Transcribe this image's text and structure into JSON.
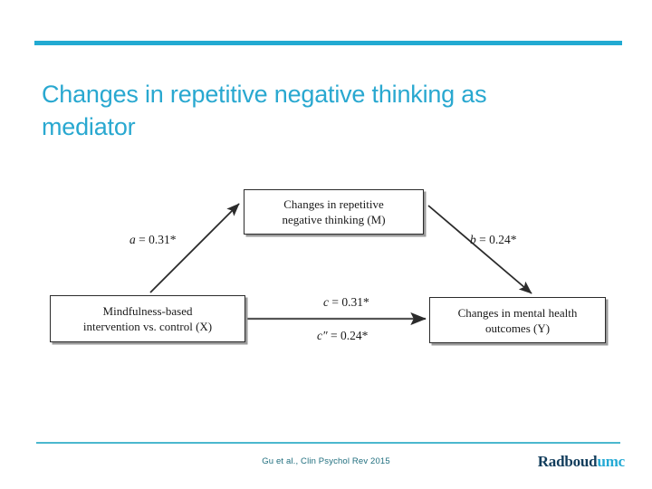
{
  "slide": {
    "title": "Changes in repetitive negative thinking as mediator",
    "accent_color": "#29A8D0",
    "rule_color": "#22AAD2",
    "footer_rule_color": "#4BB8CE"
  },
  "diagram": {
    "type": "mediation-path-model",
    "nodes": [
      {
        "id": "M",
        "name": "mediator",
        "line1": "Changes in repetitive",
        "line2": "negative thinking (M)"
      },
      {
        "id": "X",
        "name": "predictor",
        "line1": "Mindfulness-based",
        "line2": "intervention vs. control (X)"
      },
      {
        "id": "Y",
        "name": "outcome",
        "line1": "Changes in mental health",
        "line2": "outcomes (Y)"
      }
    ],
    "paths": [
      {
        "id": "a",
        "label_var": "a",
        "label_value": "= 0.31*",
        "from": "X",
        "to": "M"
      },
      {
        "id": "b",
        "label_var": "b",
        "label_value": "= 0.24*",
        "from": "M",
        "to": "Y"
      },
      {
        "id": "c",
        "label_var": "c",
        "label_value": "= 0.31*",
        "from": "X",
        "to": "Y"
      },
      {
        "id": "cp",
        "label_var": "c″",
        "label_value": "= 0.24*",
        "from": "X",
        "to": "Y"
      }
    ]
  },
  "footer": {
    "citation": "Gu et al., Clin Psychol Rev 2015",
    "logo_primary": "Radboud",
    "logo_secondary": "umc"
  }
}
